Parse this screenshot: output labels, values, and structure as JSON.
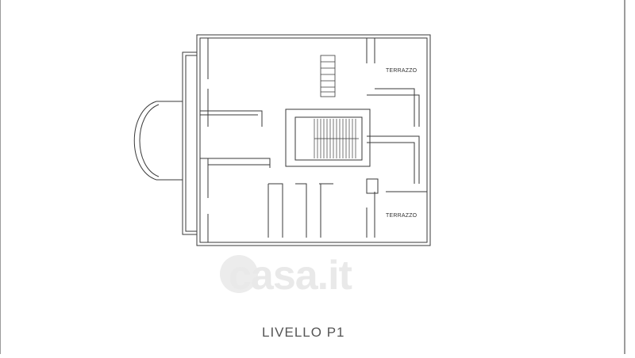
{
  "diagram": {
    "rooms": [
      {
        "label": "TERRAZZO"
      },
      {
        "label": "TERRAZZO"
      }
    ],
    "level_title": "LIVELLO P1",
    "watermark": "casa.it"
  }
}
